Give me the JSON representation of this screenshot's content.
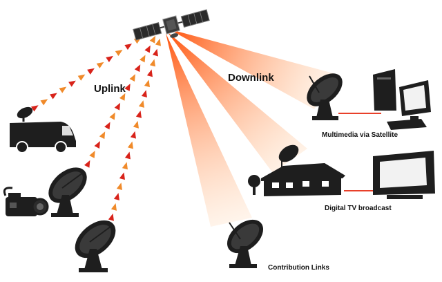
{
  "labels": {
    "uplink": "Uplink",
    "downlink": "Downlink",
    "multimedia": "Multimedia via Satellite",
    "digital_tv": "Digital TV broadcast",
    "contribution": "Contribution Links"
  },
  "colors": {
    "beam": "#ff6a10",
    "arrow_red": "#d8231a",
    "arrow_orange": "#f08a2a",
    "equipment": "#1e1e1e",
    "link_line": "#e8402a"
  }
}
